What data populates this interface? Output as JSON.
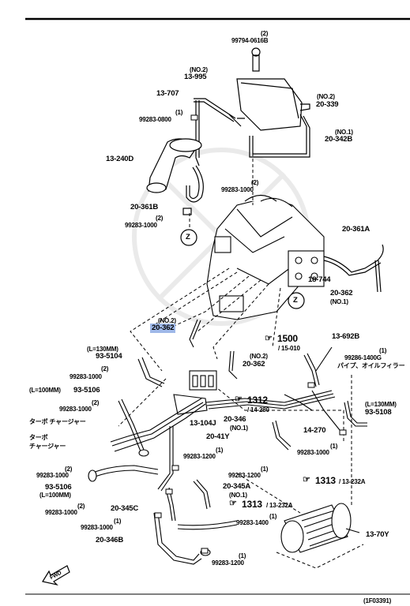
{
  "labels": {
    "p99794_qty": "(2)",
    "p99794": "99794-0616B",
    "p13995_no": "(NO.2)",
    "p13995": "13-995",
    "p13707": "13-707",
    "p99283_0800_qty": "(1)",
    "p99283_0800": "99283-0800",
    "p20339_no": "(NO.2)",
    "p20339": "20-339",
    "p20342b_no": "(NO.1)",
    "p20342b": "20-342B",
    "p13240d": "13-240D",
    "pz_qty": "(2)",
    "p99283_1000a": "99283-1000",
    "p20361b": "20-361B",
    "p99283_1000b_qty": "(2)",
    "p99283_1000b": "99283-1000",
    "zone_z": "Z",
    "p20361a": "20-361A",
    "p18744": "18-744",
    "p20362_no1": "20-362",
    "p20362_no1_tag": "(NO.1)",
    "p20362_hl_no": "(NO.2)",
    "p20362_hl": "20-362",
    "p1500": "1500",
    "p1500_ref": "/ 15-010",
    "p13692b": "13-692B",
    "p99286_qty": "(1)",
    "p99286": "99286-1400G",
    "pipe_jp": "パイプ、オイルフィラー",
    "len130a": "(L=130MM)",
    "p93_5104": "93-5104",
    "p99283_1000c_qty": "(2)",
    "p99283_1000c": "99283-1000",
    "p20362_no2_tag": "(NO.2)",
    "p20362_no2": "20-362",
    "len100a": "(L=100MM)",
    "p93_5106a": "93-5106",
    "p99283_1000d_qty": "(2)",
    "p99283_1000d": "99283-1000",
    "turbo1": "ターボ チャージャー",
    "turbo2a": "ターボ",
    "turbo2b": "チャージャー",
    "p1312": "1312",
    "p1312_ref": "/ 14-280",
    "p20346_no1": "20-346",
    "p20346_tag": "(NO.1)",
    "p13104j": "13-104J",
    "p20_41y": "20-41Y",
    "p14270": "14-270",
    "len130b": "(L=130MM)",
    "p93_5108": "93-5108",
    "p99283_1000e_qty": "(1)",
    "p99283_1000e": "99283-1000",
    "p99283_1000f_qty": "(2)",
    "p99283_1000f": "99283-1000",
    "p93_5106b": "93-5106",
    "len100b": "(L=100MM)",
    "p99283_1000g_qty": "(2)",
    "p99283_1000g": "99283-1000",
    "p99283_1200a_qty": "(1)",
    "p99283_1200a": "99283-1200",
    "p99283_1200b_qty": "(1)",
    "p99283_1200b": "99283-1200",
    "p20345a": "20-345A",
    "p20345a_tag": "(NO.1)",
    "p1313a": "1313",
    "p1313a_ref": "/ 13-232A",
    "p1313b": "1313",
    "p1313b_ref": "/ 13-232A",
    "p20345c": "20-345C",
    "p99283_1000h_qty": "(1)",
    "p99283_1000h": "99283-1000",
    "p99283_1400_qty": "(1)",
    "p99283_1400": "99283-1400",
    "p20346b": "20-346B",
    "p99283_1200c_qty": "(1)",
    "p99283_1200c": "99283-1200",
    "p13_70y": "13-70Y",
    "fwd": "FWD",
    "diagram_id": "(1F03391)"
  },
  "colors": {
    "highlight": "#9fb8e8",
    "line": "#000000"
  }
}
